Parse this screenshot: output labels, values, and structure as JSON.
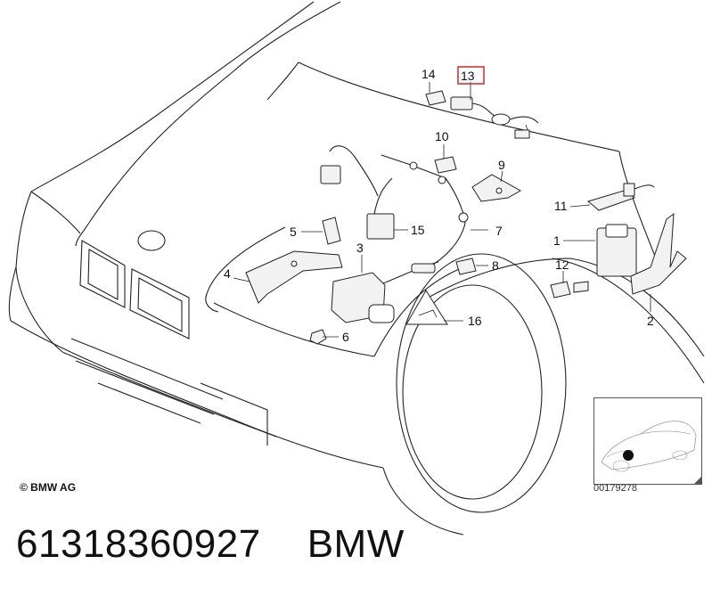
{
  "callouts": [
    {
      "id": "c14",
      "label": "14",
      "highlighted": false
    },
    {
      "id": "c13",
      "label": "13",
      "highlighted": true
    },
    {
      "id": "c10",
      "label": "10",
      "highlighted": false
    },
    {
      "id": "c9",
      "label": "9",
      "highlighted": false
    },
    {
      "id": "c11",
      "label": "11",
      "highlighted": false
    },
    {
      "id": "c5",
      "label": "5",
      "highlighted": false
    },
    {
      "id": "c15",
      "label": "15",
      "highlighted": false
    },
    {
      "id": "c7",
      "label": "7",
      "highlighted": false
    },
    {
      "id": "c1",
      "label": "1",
      "highlighted": false
    },
    {
      "id": "c3",
      "label": "3",
      "highlighted": false
    },
    {
      "id": "c4",
      "label": "4",
      "highlighted": false
    },
    {
      "id": "c8",
      "label": "8",
      "highlighted": false
    },
    {
      "id": "c12",
      "label": "12",
      "highlighted": false
    },
    {
      "id": "c16",
      "label": "16",
      "highlighted": false
    },
    {
      "id": "c2",
      "label": "2",
      "highlighted": false
    },
    {
      "id": "c6",
      "label": "6",
      "highlighted": false
    }
  ],
  "highlight_color": "#d9343a",
  "copyright": "© BMW AG",
  "thumbnail_id": "00179278",
  "footer": {
    "part_number": "61318360927",
    "brand": "BMW"
  }
}
